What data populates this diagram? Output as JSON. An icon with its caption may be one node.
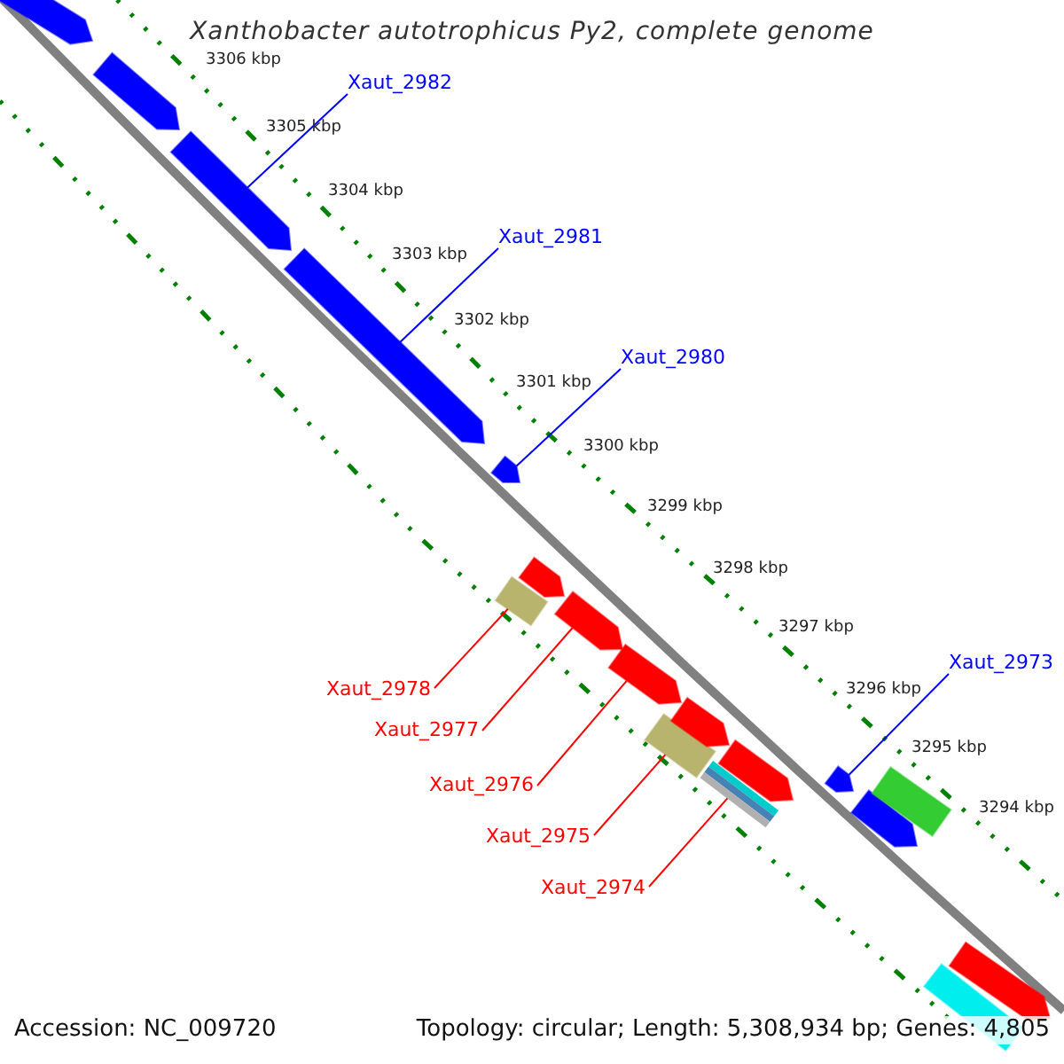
{
  "diagram": {
    "title": "Xanthobacter autotrophicus Py2, complete genome",
    "nodes": [
      {
        "text": [
          "Xaut_2982"
        ]
      },
      {
        "text": [
          "Xaut_2981"
        ]
      },
      {
        "text": [
          "Xaut_2980"
        ]
      },
      {
        "text": [
          "Xaut_2973"
        ]
      },
      {
        "text": [
          "Xaut_2978"
        ]
      },
      {
        "text": [
          "Xaut_2977"
        ]
      },
      {
        "text": [
          "Xaut_2976"
        ]
      },
      {
        "text": [
          "Xaut_2975"
        ]
      },
      {
        "text": [
          "Xaut_2974"
        ]
      },
      {
        "text": [],
        "shape": "arrow"
      },
      {
        "text": [],
        "shape": "arrow"
      },
      {
        "text": [],
        "shape": "arrow"
      },
      {
        "text": [],
        "shape": "arrow"
      },
      {
        "text": [],
        "shape": "arrow"
      },
      {
        "text": [],
        "shape": "arrow"
      },
      {
        "text": [],
        "shape": "box"
      },
      {
        "text": [],
        "shape": "arrow"
      },
      {
        "text": [],
        "shape": "arrow"
      },
      {
        "text": [],
        "shape": "box"
      },
      {
        "text": [],
        "shape": "arrow"
      },
      {
        "text": [],
        "shape": "bar"
      },
      {
        "text": [],
        "shape": "arrow"
      },
      {
        "text": [],
        "shape": "arrow"
      },
      {
        "text": [],
        "shape": "arrow"
      },
      {
        "text": [],
        "shape": "box"
      },
      {
        "text": [],
        "shape": "arrow"
      },
      {
        "text": [],
        "shape": "box"
      }
    ],
    "edges": [
      {
        "from": 0,
        "to": 11,
        "arrow": "none",
        "color": "#0000ff"
      },
      {
        "from": 1,
        "to": 12,
        "arrow": "none",
        "color": "#0000ff"
      },
      {
        "from": 2,
        "to": 13,
        "arrow": "none",
        "color": "#0000ff"
      },
      {
        "from": 3,
        "to": 22,
        "arrow": "none",
        "color": "#0000ff"
      },
      {
        "from": 4,
        "to": 15,
        "arrow": "none"
      },
      {
        "from": 5,
        "to": 16,
        "arrow": "none"
      },
      {
        "from": 6,
        "to": 17,
        "arrow": "none"
      },
      {
        "from": 7,
        "to": 18,
        "arrow": "none"
      },
      {
        "from": 8,
        "to": 20,
        "arrow": "none"
      }
    ],
    "labels": [
      "3306 kbp",
      "3305 kbp",
      "3304 kbp",
      "3303 kbp",
      "3302 kbp",
      "3301 kbp",
      "3300 kbp",
      "3299 kbp",
      "3298 kbp",
      "3297 kbp",
      "3296 kbp",
      "3295 kbp",
      "3294 kbp",
      "Accession: NC_009720",
      "Topology: circular; Length: 5,308,934 bp; Genes: 4,805"
    ]
  }
}
